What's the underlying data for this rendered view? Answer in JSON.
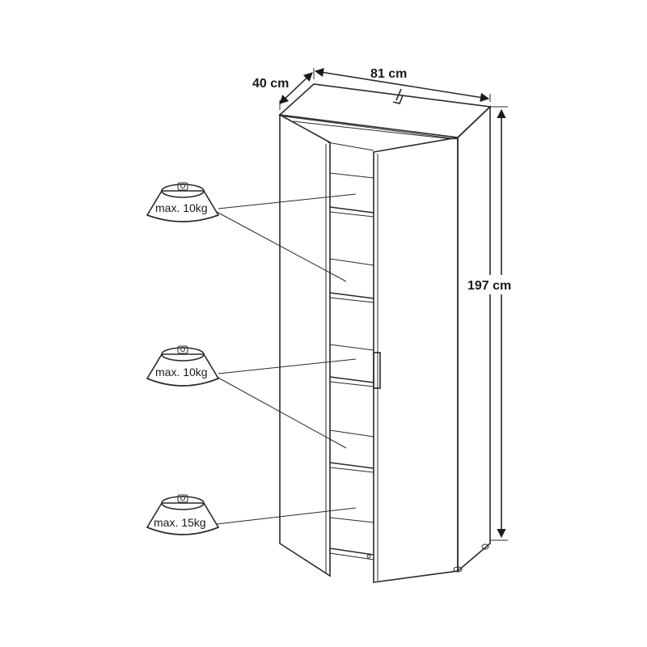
{
  "dimensions": {
    "depth": "40 cm",
    "width": "81 cm",
    "height": "197 cm"
  },
  "weight_labels": [
    {
      "label": "max. 10kg"
    },
    {
      "label": "max. 10kg"
    },
    {
      "label": "max. 15kg"
    }
  ]
}
